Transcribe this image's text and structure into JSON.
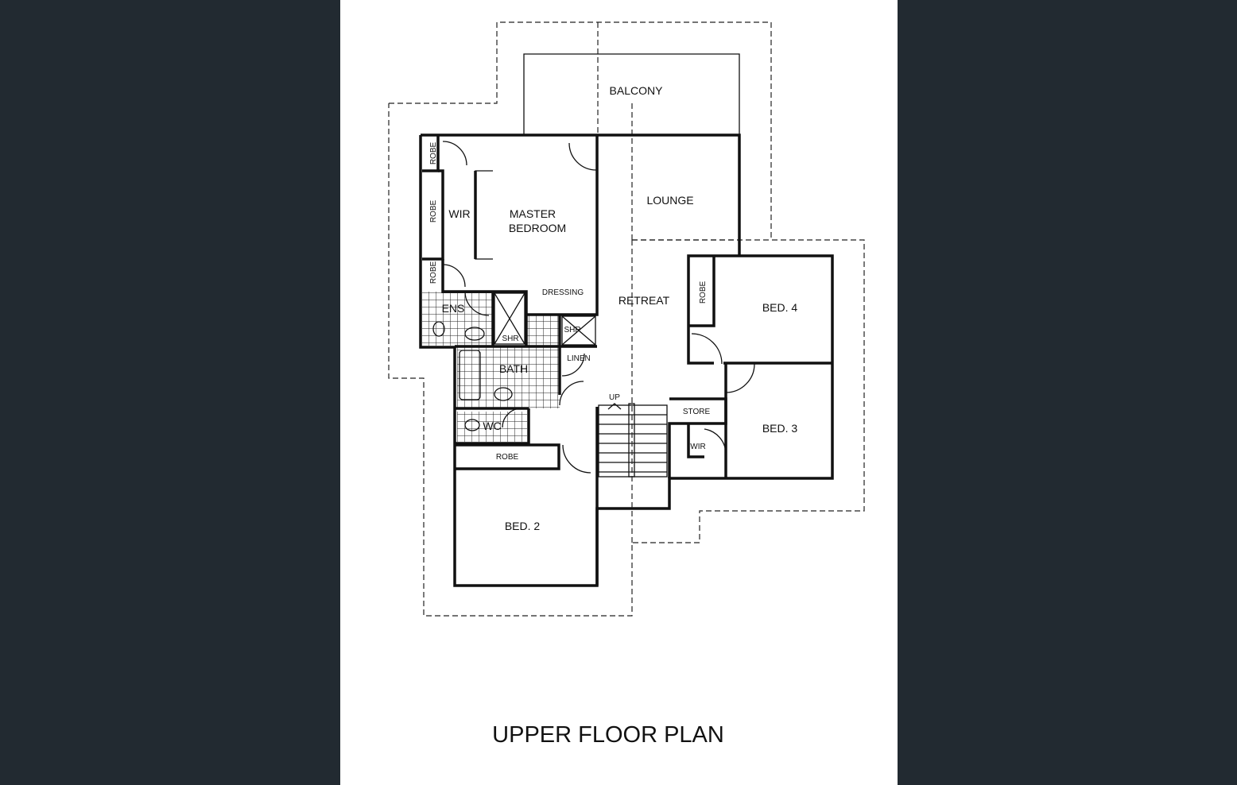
{
  "title": "UPPER FLOOR PLAN",
  "rooms": {
    "balcony": "BALCONY",
    "lounge": "LOUNGE",
    "master_1": "MASTER",
    "master_2": "BEDROOM",
    "wir_master": "WIR",
    "robe_a": "ROBE",
    "robe_b": "ROBE",
    "robe_c": "ROBE",
    "dressing": "DRESSING",
    "retreat": "RETREAT",
    "ens": "ENS",
    "shr_ens": "SHR",
    "shr_bath": "SHR",
    "linen": "LINEN",
    "bath": "BATH",
    "wc": "WC",
    "up": "UP",
    "robe_bed2": "ROBE",
    "store": "STORE",
    "wir_bed3": "WIR",
    "bed4": "BED. 4",
    "robe_bed4": "ROBE",
    "bed3": "BED. 3",
    "bed2": "BED. 2"
  },
  "colors": {
    "background": "#222a31",
    "sheet": "#ffffff",
    "ink": "#111111"
  }
}
